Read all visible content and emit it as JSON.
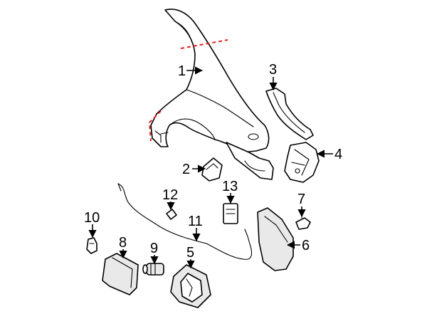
{
  "callouts": [
    {
      "id": "1",
      "label": "1"
    },
    {
      "id": "2",
      "label": "2"
    },
    {
      "id": "3",
      "label": "3"
    },
    {
      "id": "4",
      "label": "4"
    },
    {
      "id": "5",
      "label": "5"
    },
    {
      "id": "6",
      "label": "6"
    },
    {
      "id": "7",
      "label": "7"
    },
    {
      "id": "8",
      "label": "8"
    },
    {
      "id": "9",
      "label": "9"
    },
    {
      "id": "10",
      "label": "10"
    },
    {
      "id": "11",
      "label": "11"
    },
    {
      "id": "12",
      "label": "12"
    },
    {
      "id": "13",
      "label": "13"
    }
  ],
  "colors": {
    "line": "#000000",
    "cut_line": "#e02020",
    "shading": "#e9e9e9"
  }
}
